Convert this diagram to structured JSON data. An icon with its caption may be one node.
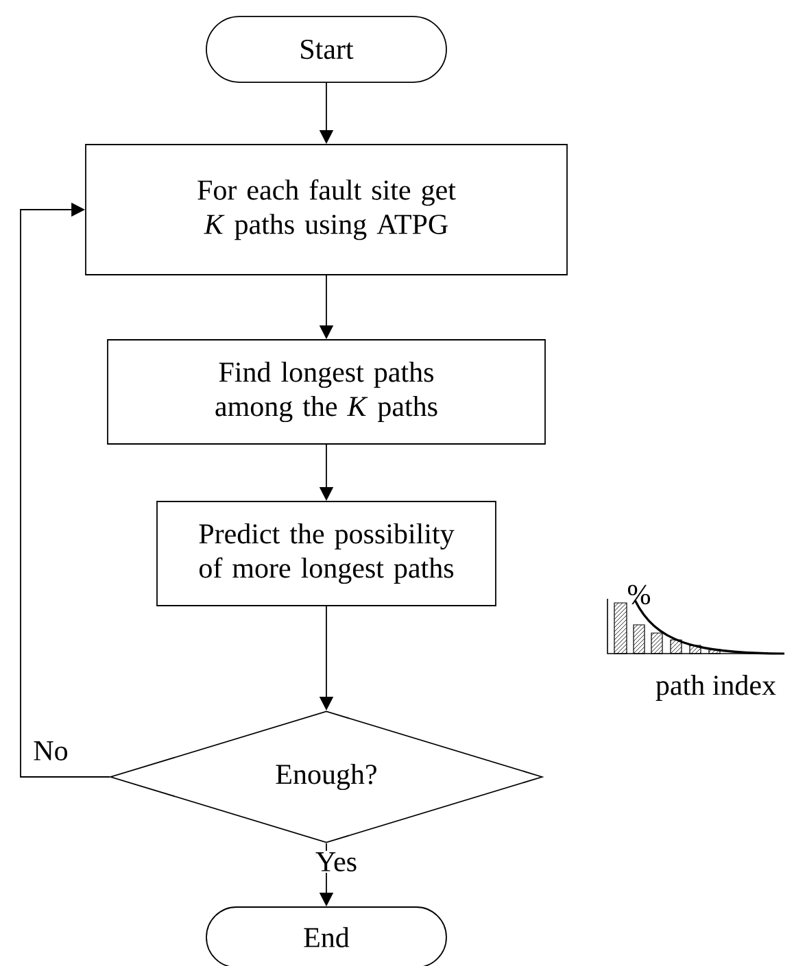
{
  "diagram": {
    "nodes": [
      {
        "text": [
          "Start"
        ]
      },
      {
        "text": [
          "For each fault site get *K* paths using ATPG"
        ]
      },
      {
        "text": [
          "Find longest paths among the *K* paths"
        ]
      },
      {
        "text": [
          "Predict the possibility of more longest paths"
        ]
      },
      {
        "text": [
          "Enough?"
        ]
      },
      {
        "text": [
          "End"
        ]
      }
    ],
    "edges": [
      {
        "from": 0,
        "to": 1,
        "arrow": "to"
      },
      {
        "from": 1,
        "to": 2,
        "arrow": "to"
      },
      {
        "from": 2,
        "to": 3,
        "arrow": "to"
      },
      {
        "from": 3,
        "to": 4,
        "arrow": "to"
      },
      {
        "from": 4,
        "to": 5,
        "arrow": "to",
        "label": "Yes"
      },
      {
        "from": 4,
        "to": 1,
        "arrow": "to",
        "label": "No"
      }
    ],
    "labels": [
      "%",
      "path index"
    ]
  }
}
